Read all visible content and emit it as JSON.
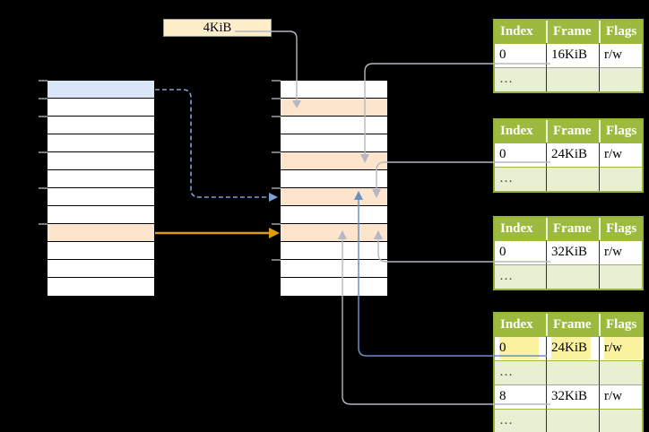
{
  "page_size_label": "4KiB",
  "colors": {
    "background": "#000000",
    "table_header_green": "#9cbb3e",
    "table_border_green": "#94b43b",
    "table_alt_row_green": "#e9efd3",
    "highlight_yellow": "#fbf2a0",
    "entry_orange": "#fde4cc",
    "entry_blue": "#d9e6f7",
    "label_box_beige": "#fdedc8",
    "arrow_gray": "#b5b8c2",
    "arrow_blue": "#6b90c6",
    "arrow_dashed_blue": "#7da0d6",
    "arrow_orange": "#dd9d0e"
  },
  "left_stack": {
    "row_count": 12,
    "blue_row_index": 0,
    "orange_row_index": 8
  },
  "middle_stack": {
    "row_count": 12,
    "orange_row_indexes": [
      1,
      4,
      6,
      8
    ]
  },
  "frame_tables": [
    {
      "headers": [
        "Index",
        "Frame",
        "Flags"
      ],
      "rows": [
        [
          "0",
          "16KiB",
          "r/w"
        ],
        [
          "…",
          "",
          ""
        ]
      ]
    },
    {
      "headers": [
        "Index",
        "Frame",
        "Flags"
      ],
      "rows": [
        [
          "0",
          "24KiB",
          "r/w"
        ],
        [
          "…",
          "",
          ""
        ]
      ]
    },
    {
      "headers": [
        "Index",
        "Frame",
        "Flags"
      ],
      "rows": [
        [
          "0",
          "32KiB",
          "r/w"
        ],
        [
          "…",
          "",
          ""
        ]
      ]
    },
    {
      "headers": [
        "Index",
        "Frame",
        "Flags"
      ],
      "rows": [
        [
          "0",
          "24KiB",
          "r/w"
        ],
        [
          "…",
          "",
          ""
        ],
        [
          "8",
          "32KiB",
          "r/w"
        ],
        [
          "…",
          "",
          ""
        ]
      ],
      "highlighted_row_index": 0
    }
  ]
}
